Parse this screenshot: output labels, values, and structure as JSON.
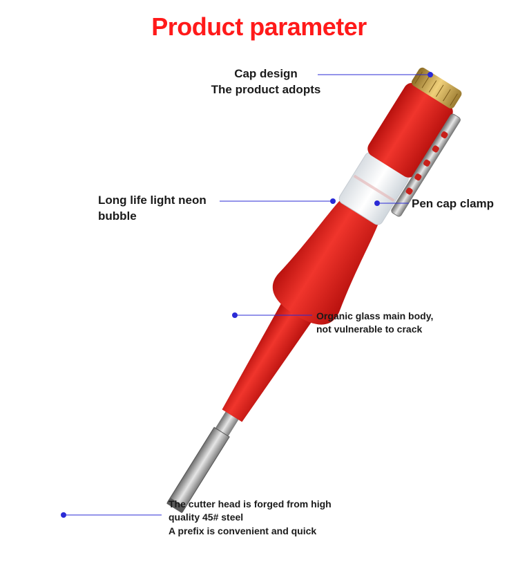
{
  "title": "Product parameter",
  "colors": {
    "title": "#ff1a1a",
    "pen_red": "#e8211c",
    "pen_red_dark": "#b8110e",
    "leader": "#2a2ad6",
    "brass": "#c9a24a",
    "steel": "#9a9a9a"
  },
  "labels": {
    "cap": [
      "Cap design",
      "The product adopts"
    ],
    "neon": [
      "Long life light neon",
      "bubble"
    ],
    "clamp": [
      "Pen cap clamp"
    ],
    "body": [
      "Organic glass main body,",
      "not vulnerable to crack"
    ],
    "head": [
      "The cutter head is forged from high",
      "quality 45# steel",
      "A prefix is convenient and quick"
    ]
  }
}
